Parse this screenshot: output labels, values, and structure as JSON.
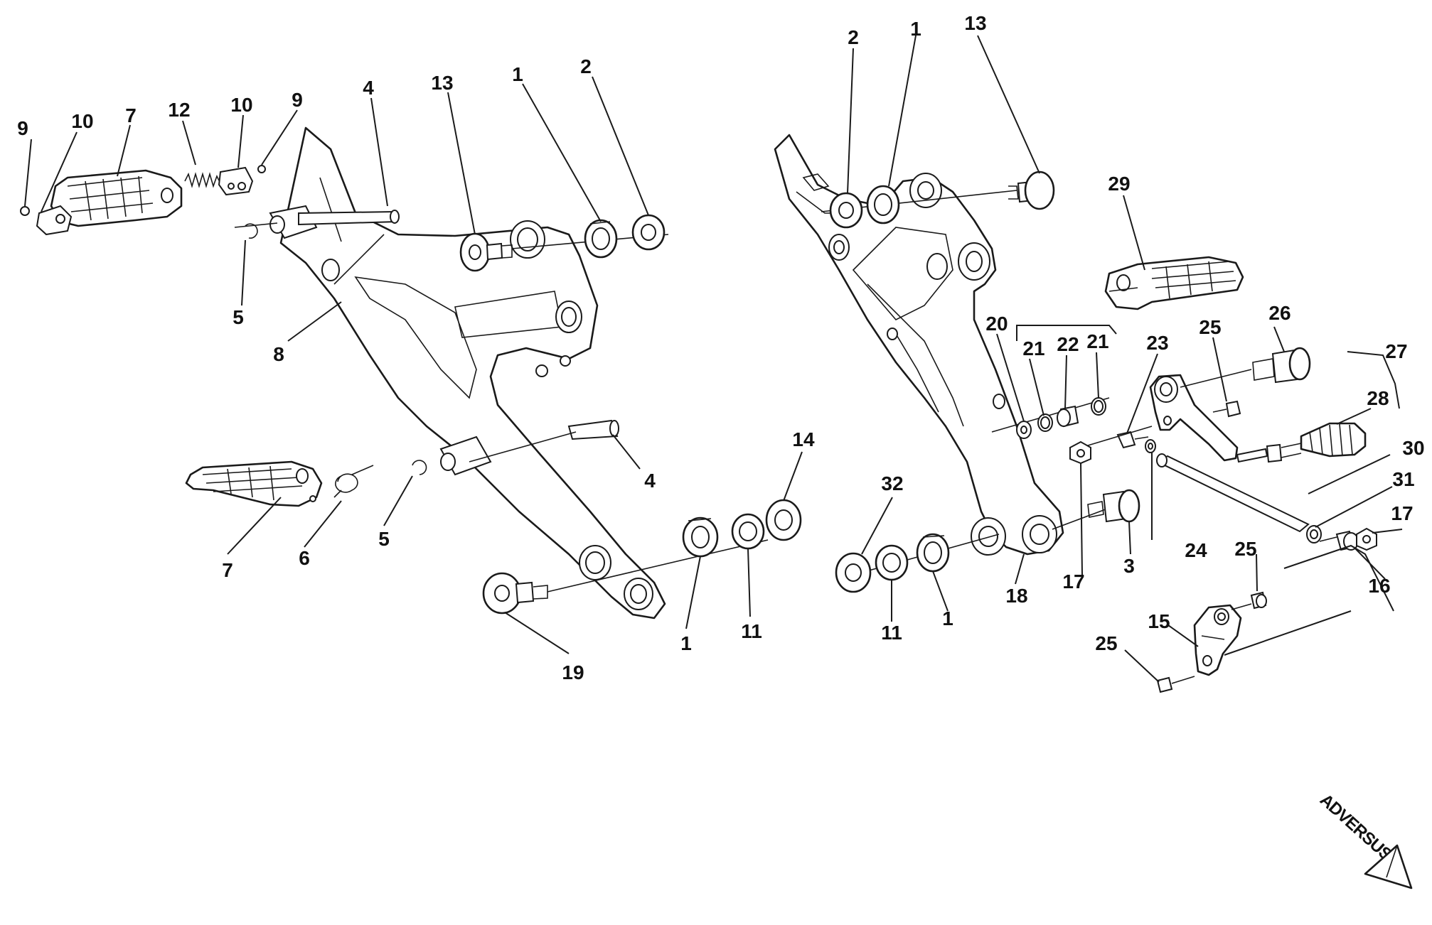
{
  "brand": {
    "text": "ADVERSUS",
    "color": "#111111",
    "icon": "triangle-arrow-icon"
  },
  "callouts": [
    "1",
    "2",
    "3",
    "4",
    "5",
    "6",
    "7",
    "8",
    "9",
    "10",
    "11",
    "12",
    "13",
    "14",
    "15",
    "16",
    "17",
    "18",
    "19",
    "20",
    "21",
    "22",
    "23",
    "24",
    "25",
    "26",
    "27",
    "28",
    "29",
    "30",
    "31",
    "32"
  ],
  "colors": {
    "ink": "#1a1a1a",
    "paper": "#ffffff"
  }
}
